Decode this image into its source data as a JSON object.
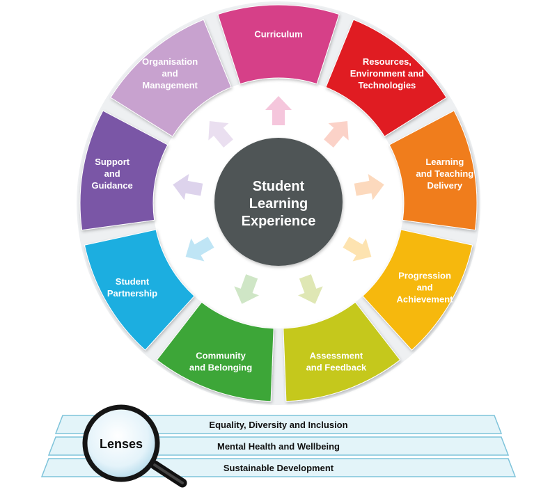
{
  "center": {
    "lines": [
      "Student",
      "Learning",
      "Experience"
    ],
    "color": "#4f5556"
  },
  "segments": [
    {
      "id": "curriculum",
      "lines": [
        "Curriculum"
      ],
      "color": "#d63f88",
      "arrow": "#f5c6dc"
    },
    {
      "id": "resources",
      "lines": [
        "Resources,",
        "Environment and",
        "Technologies"
      ],
      "color": "#e01b24",
      "arrow": "#fbd2c8"
    },
    {
      "id": "learning-teaching",
      "lines": [
        "Learning",
        "and Teaching",
        "Delivery"
      ],
      "color": "#f07d1e",
      "arrow": "#fcd9bd"
    },
    {
      "id": "progression",
      "lines": [
        "Progression",
        "and",
        "Achievement"
      ],
      "color": "#f6b80c",
      "arrow": "#fde3b0"
    },
    {
      "id": "assessment",
      "lines": [
        "Assessment",
        "and Feedback"
      ],
      "color": "#c5c81c",
      "arrow": "#dfe7b4"
    },
    {
      "id": "community",
      "lines": [
        "Community",
        "and Belonging"
      ],
      "color": "#3ca639",
      "arrow": "#cfe6c6"
    },
    {
      "id": "student-partnership",
      "lines": [
        "Student",
        "Partnership"
      ],
      "color": "#1aaee0",
      "arrow": "#bfe5f5"
    },
    {
      "id": "support",
      "lines": [
        "Support",
        "and",
        "Guidance"
      ],
      "color": "#7a57a6",
      "arrow": "#ddd3ec"
    },
    {
      "id": "organisation",
      "lines": [
        "Organisation",
        "and",
        "Management"
      ],
      "color": "#c8a2cf",
      "arrow": "#eadff0"
    }
  ],
  "lenses": {
    "title": "Lenses",
    "bands": [
      "Equality, Diversity and Inclusion",
      "Mental Health and Wellbeing",
      "Sustainable Development"
    ],
    "band_color": "#e3f4f9",
    "band_border": "#7ec3da"
  }
}
